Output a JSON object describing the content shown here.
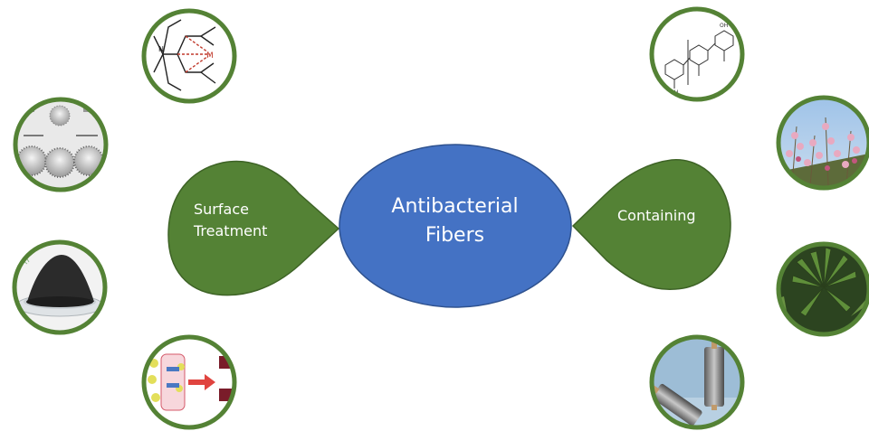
{
  "center": {
    "title": "Antibacterial\nFibers",
    "color": "#4472C4"
  },
  "left_node": {
    "label": "Surface\nTreatment",
    "color": "#548235"
  },
  "right_node": {
    "label": "Containing",
    "color": "#548235"
  },
  "ring_color": "#548235",
  "images": [
    {
      "id": "chem-chelate",
      "subject": "metal chelate structural formula",
      "icon": "chelate-structure-icon"
    },
    {
      "id": "nanoparticles",
      "subject": "spiky nanoparticles schematic",
      "icon": "nanoparticle-icon"
    },
    {
      "id": "powder",
      "subject": "black powder in glass dish",
      "icon": "powder-icon"
    },
    {
      "id": "process",
      "subject": "surface treatment process schematic",
      "icon": "process-schematic-icon"
    },
    {
      "id": "chitosan",
      "subject": "chitosan polymer structure",
      "icon": "polymer-structure-icon"
    },
    {
      "id": "flowers",
      "subject": "pink flowering plants",
      "icon": "flowers-icon"
    },
    {
      "id": "hemp",
      "subject": "hemp leaves",
      "icon": "hemp-leaf-icon"
    },
    {
      "id": "yarn",
      "subject": "metallic yarn spools",
      "icon": "yarn-spool-icon"
    }
  ]
}
